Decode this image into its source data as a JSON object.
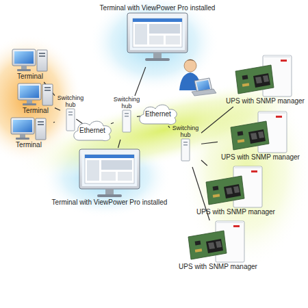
{
  "diagram": {
    "nodes": [
      {
        "text": [
          "Terminal"
        ]
      },
      {
        "text": [
          "Terminal"
        ]
      },
      {
        "text": [
          "Terminal"
        ]
      },
      {
        "text": [
          "Switching hub"
        ]
      },
      {
        "text": [
          "Ethernet"
        ]
      },
      {
        "text": [
          "Terminal with ViewPower Pro installed"
        ]
      },
      {
        "text": [
          "Switching hub"
        ]
      },
      {
        "text": [
          "Terminal with ViewPower Pro installed"
        ]
      },
      {
        "text": [
          "Ethernet"
        ]
      },
      {
        "text": [
          "Switching hub"
        ]
      },
      {
        "text": [
          "UPS with SNMP manager"
        ]
      },
      {
        "text": [
          "UPS with SNMP manager"
        ]
      },
      {
        "text": [
          "UPS with SNMP manager"
        ]
      },
      {
        "text": [
          "UPS with SNMP manager"
        ]
      }
    ],
    "edges": [
      {
        "from": 0,
        "to": 3,
        "arrow": "none"
      },
      {
        "from": 1,
        "to": 3,
        "arrow": "none"
      },
      {
        "from": 2,
        "to": 3,
        "arrow": "none"
      },
      {
        "from": 3,
        "to": 4,
        "arrow": "none"
      },
      {
        "from": 4,
        "to": 6,
        "arrow": "none"
      },
      {
        "from": 6,
        "to": 5,
        "arrow": "none"
      },
      {
        "from": 6,
        "to": 7,
        "arrow": "none"
      },
      {
        "from": 6,
        "to": 8,
        "arrow": "none"
      },
      {
        "from": 8,
        "to": 9,
        "arrow": "none"
      },
      {
        "from": 9,
        "to": 10,
        "arrow": "none"
      },
      {
        "from": 9,
        "to": 11,
        "arrow": "none"
      },
      {
        "from": 9,
        "to": 12,
        "arrow": "none"
      },
      {
        "from": 9,
        "to": 13,
        "arrow": "none"
      }
    ]
  }
}
